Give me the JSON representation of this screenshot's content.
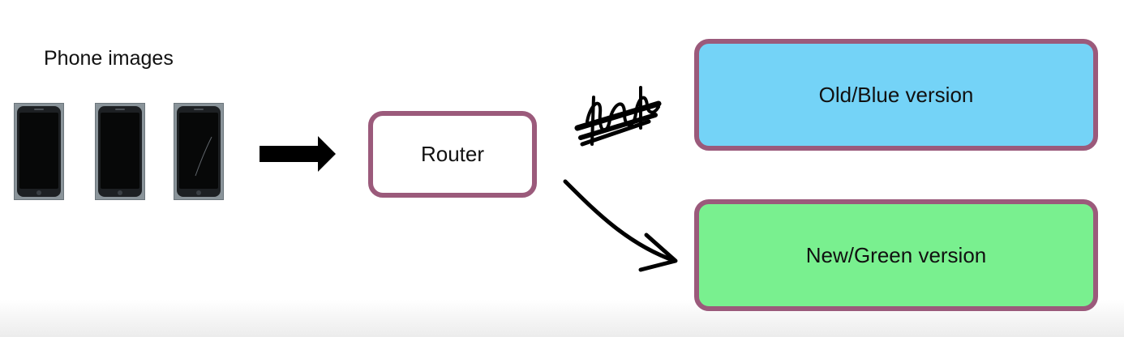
{
  "phones": {
    "title": "Phone images",
    "count": 3
  },
  "router": {
    "label": "Router"
  },
  "versions": {
    "old_label": "Old/Blue version",
    "new_label": "New/Green version"
  },
  "colors": {
    "box_border": "#9b5a7b",
    "old_fill": "#74d3f7",
    "new_fill": "#79f08f",
    "ink": "#000000"
  }
}
